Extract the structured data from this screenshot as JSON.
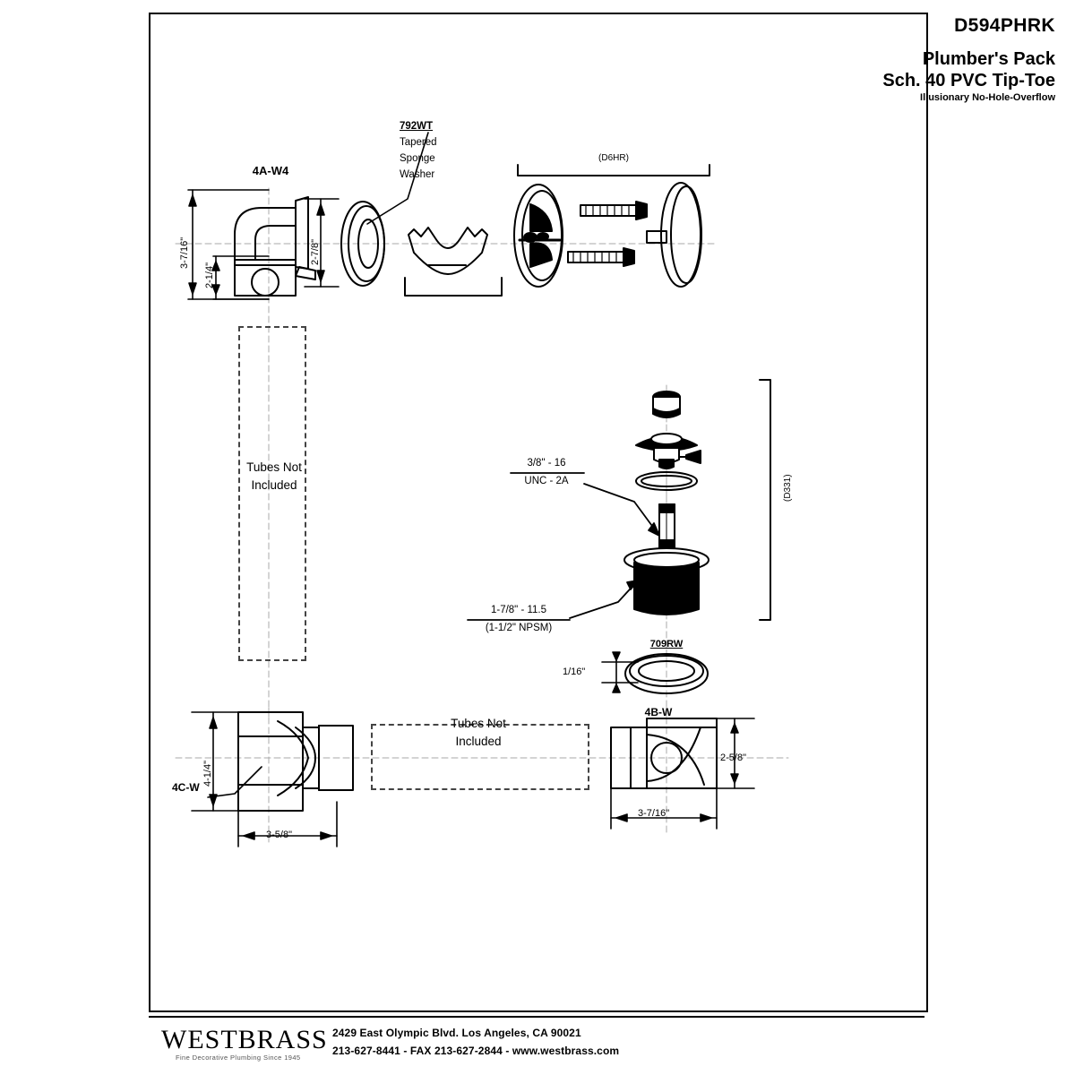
{
  "title_block": {
    "model_code": "D594PHRK",
    "line1": "Plumber's Pack",
    "line2": "Sch. 40 PVC Tip-Toe",
    "subtitle": "Illusionary No-Hole-Overflow"
  },
  "labels": {
    "elbow_part": "4A-W4",
    "sponge_washer_code": "792WT",
    "sponge_washer_l1": "Tapered",
    "sponge_washer_l2": "Sponge",
    "sponge_washer_l3": "Washer",
    "faceplate_group": "(D6HR)",
    "stopper_group": "(D331)",
    "thread_fine_top": "3/8\" - 16",
    "thread_fine_bottom": "UNC - 2A",
    "thread_coarse_top": "1-7/8\" - 11.5",
    "thread_coarse_bottom": "(1-1/2\" NPSM)",
    "rubber_washer_code": "709RW",
    "tee_part": "4C-W",
    "waste_ell_part": "4B-W",
    "tubes_note_upper": "Tubes Not\nIncluded",
    "tubes_note_lower": "Tubes Not\nIncluded"
  },
  "dimensions": {
    "elbow_height_overall": "3-7/16\"",
    "elbow_height_lower": "2-1/4\"",
    "washer_diameter": "2-7/8\"",
    "rubber_washer_thickness": "1/16\"",
    "tee_height": "4-1/4\"",
    "tee_width": "3-5/8\"",
    "ell_height": "2-5/8\"",
    "ell_width": "3-7/16\""
  },
  "footer": {
    "brand": "WESTBRASS",
    "tagline": "Fine Decorative Plumbing Since 1945",
    "address": "2429 East Olympic Blvd. Los Angeles, CA  90021",
    "contact": "213-627-8441 - FAX 213-627-2844 - www.westbrass.com"
  },
  "colors": {
    "ink": "#000000",
    "paper": "#ffffff",
    "centerline": "#aaaaaa"
  }
}
